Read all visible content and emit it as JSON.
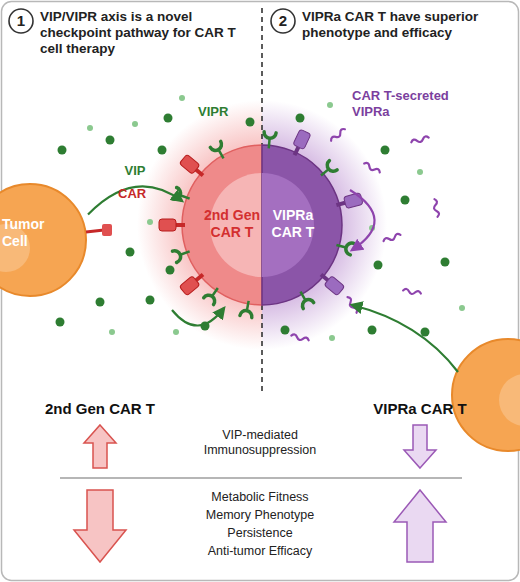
{
  "diagram": {
    "nodes": [
      {
        "text": [
          "1"
        ]
      },
      {
        "text": [
          "2"
        ]
      },
      {
        "text": [
          "Tumor Cell"
        ]
      },
      {
        "text": [
          "2nd Gen CAR T"
        ]
      },
      {
        "text": [
          "VIPRa CAR T"
        ]
      }
    ],
    "edges": [
      {
        "from": 2,
        "to": 3,
        "arrow": "to",
        "label": "VIP"
      }
    ],
    "labels": [
      "VIP/VIPR axis is a novel checkpoint pathway for CAR T cell therapy",
      "VIPRa CAR T have superior phenotype and efficacy",
      "VIPR",
      "CAR",
      "CAR T-secreted VIPRa",
      "2nd Gen CAR T",
      "VIPRa CAR T",
      "VIP-mediated Immunosuppression",
      "Metabolic Fitness",
      "Memory Phenotype",
      "Persistence",
      "Anti-tumor Efficacy"
    ]
  }
}
